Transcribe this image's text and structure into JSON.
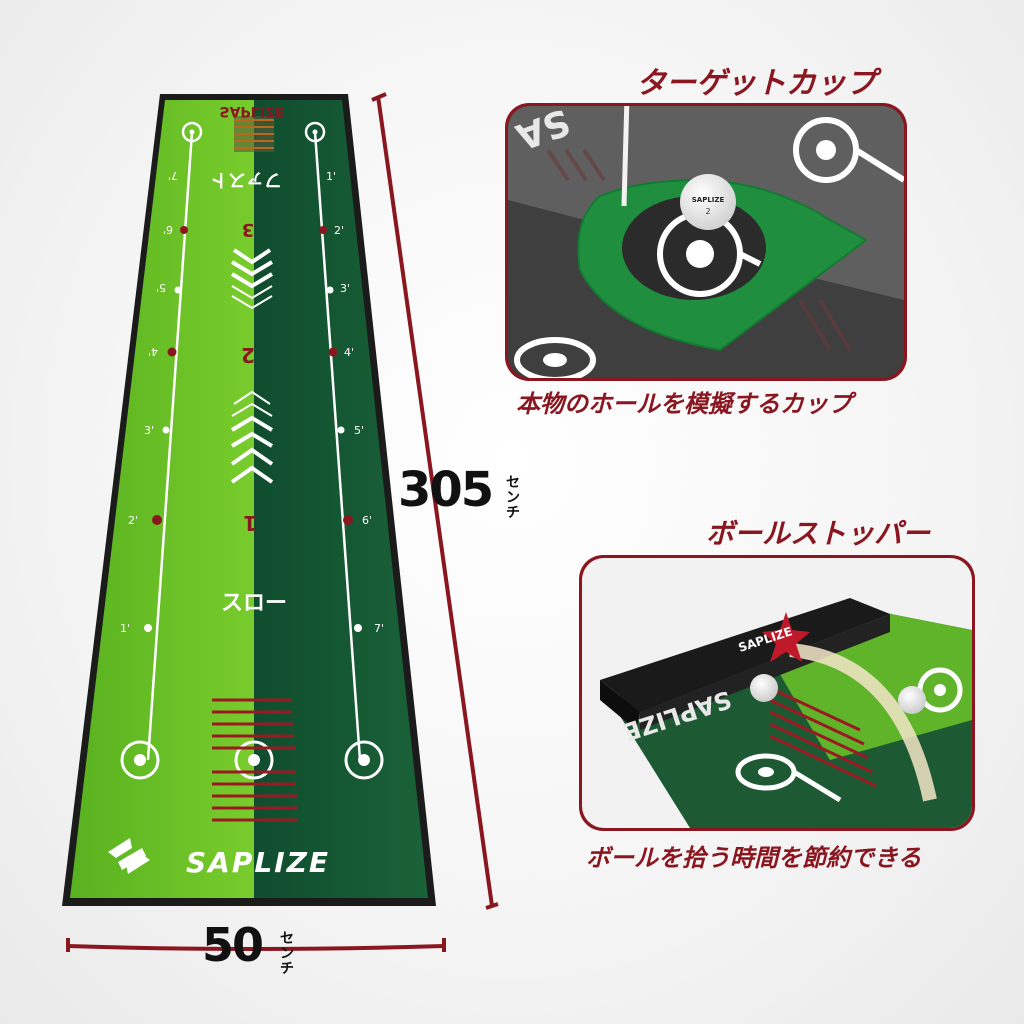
{
  "mat": {
    "brand": "SAPLIZE",
    "speed_fast": "ファスト",
    "speed_slow": "スロー",
    "zone_numbers": [
      "1",
      "2",
      "3"
    ],
    "left_distances": [
      "7'",
      "6'",
      "5'",
      "4'",
      "3'",
      "2'",
      "1'"
    ],
    "right_distances": [
      "1'",
      "2'",
      "3'",
      "4'",
      "5'",
      "6'",
      "7'"
    ],
    "colors": {
      "light_green": "#6dc626",
      "dark_green": "#135634",
      "accent_red": "#8a1620"
    }
  },
  "dimensions": {
    "length_value": "305",
    "length_unit": "センチ",
    "width_value": "50",
    "width_unit": "センチ"
  },
  "target_cup": {
    "title": "ターゲットカップ",
    "caption": "本物のホールを模擬するカップ",
    "ball_brand": "SAPLIZE",
    "ball_number": "2"
  },
  "ball_stopper": {
    "title": "ボールストッパー",
    "caption": "ボールを拾う時間を節約できる",
    "stopper_brand": "SAPLIZE",
    "mat_text": "SAPLIZE"
  }
}
